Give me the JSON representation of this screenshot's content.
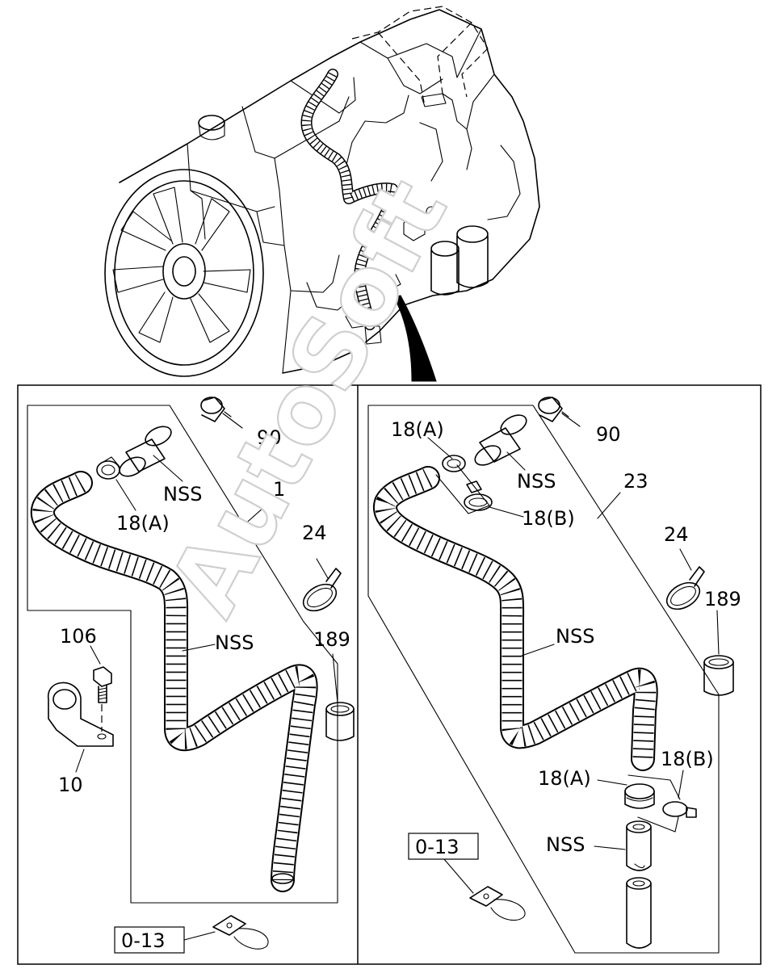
{
  "watermark": "AutoSoft",
  "left_panel": {
    "labels": {
      "clip_top": "90",
      "hose_number": "1",
      "nss_pipe": "NSS",
      "clamp_18a": "18(A)",
      "band_24": "24",
      "nss_hose": "NSS",
      "bolt_106": "106",
      "bracket_10": "10",
      "sleeve_189": "189",
      "ref_box": "0-13"
    }
  },
  "right_panel": {
    "labels": {
      "clip_top": "90",
      "clamp_18a_top": "18(A)",
      "nss_pipe": "NSS",
      "hose_number": "23",
      "clamp_18b_top": "18(B)",
      "band_24": "24",
      "sleeve_189": "189",
      "nss_hose": "NSS",
      "clamp_18b_bottom": "18(B)",
      "clamp_18a_bottom": "18(A)",
      "nss_bottom": "NSS",
      "ref_box": "0-13"
    }
  }
}
